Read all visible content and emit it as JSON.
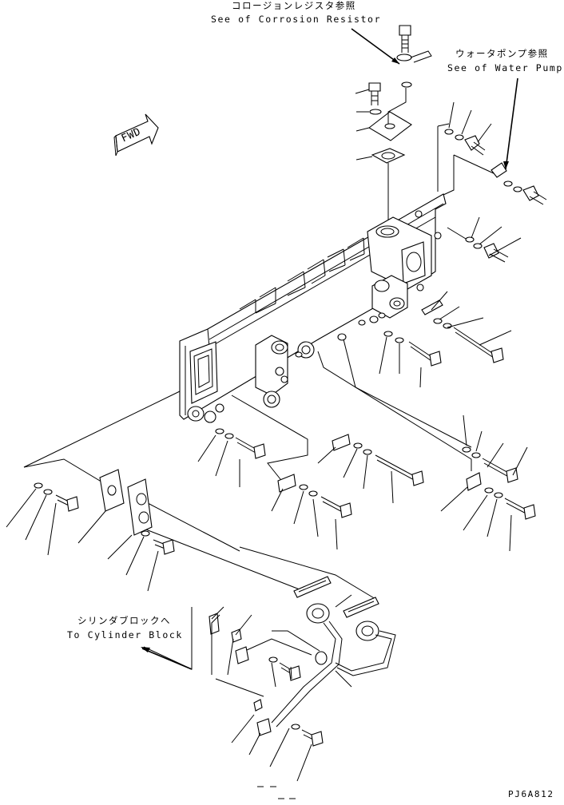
{
  "labels": {
    "corrosion_jp": "コロージョンレジスタ参照",
    "corrosion_en": "See of Corrosion Resistor",
    "waterpump_jp": "ウォータポンプ参照",
    "waterpump_en": "See of Water Pump",
    "cylinder_jp": "シリンダブロックへ",
    "cylinder_en": "To Cylinder Block",
    "fwd": "FWD",
    "drawing_code": "PJ6A812",
    "page_marks": "– –"
  }
}
